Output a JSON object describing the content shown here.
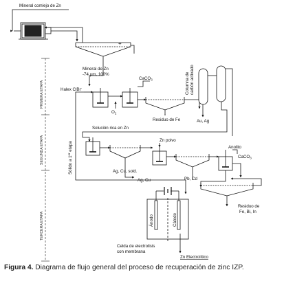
{
  "labels": {
    "mineral_complejo": "Mineral comlejo de Zn",
    "plus_sign": "+",
    "mineral_zn": "Mineral de Zn",
    "mesh": "-74 μm, 100%",
    "caco3_top": "CaCO",
    "caco3_top_sub": "3",
    "halex": "Halex ClBr",
    "halex_sup": "-",
    "o2_label": "O",
    "o2_sub": "2",
    "columna": "Columna de",
    "carbon": "carbón activado",
    "residuo_fe": "Residuo de Fe",
    "au_ag": "Au, Ag",
    "solucion_rica": "Solución rica en Zn",
    "solido": "Sólido a 1",
    "solido_sup": "er",
    "solido_end": " etapa",
    "zn_polvo": "Zn polvo",
    "ag_cu_sold": "Ag, Cu, sold.",
    "pb_cd": "Pb, Cd",
    "ag_cu": "Ag, Cu",
    "anolito": "Anolito",
    "caco3_right": "CaCO",
    "caco3_right_sub": "3",
    "residuo": "Residuo de",
    "fe_bi_in": "Fe, Bi, In",
    "anodo": "Ánodo",
    "catodo": "Cátodo",
    "celda": "Celda de electrolisis",
    "con_membrana": "con membrana",
    "zn_electrolitico": "Zn  Electrolítico",
    "stage1": "PRIMERA ETAPA",
    "stage2": "SEGUNDA ETAPA",
    "stage3": "TERCERA ETAPA"
  },
  "caption": {
    "bold": "Figura 4.",
    "text": " Diagrama de flujo general del proceso de recuperación de zinc IZP."
  }
}
